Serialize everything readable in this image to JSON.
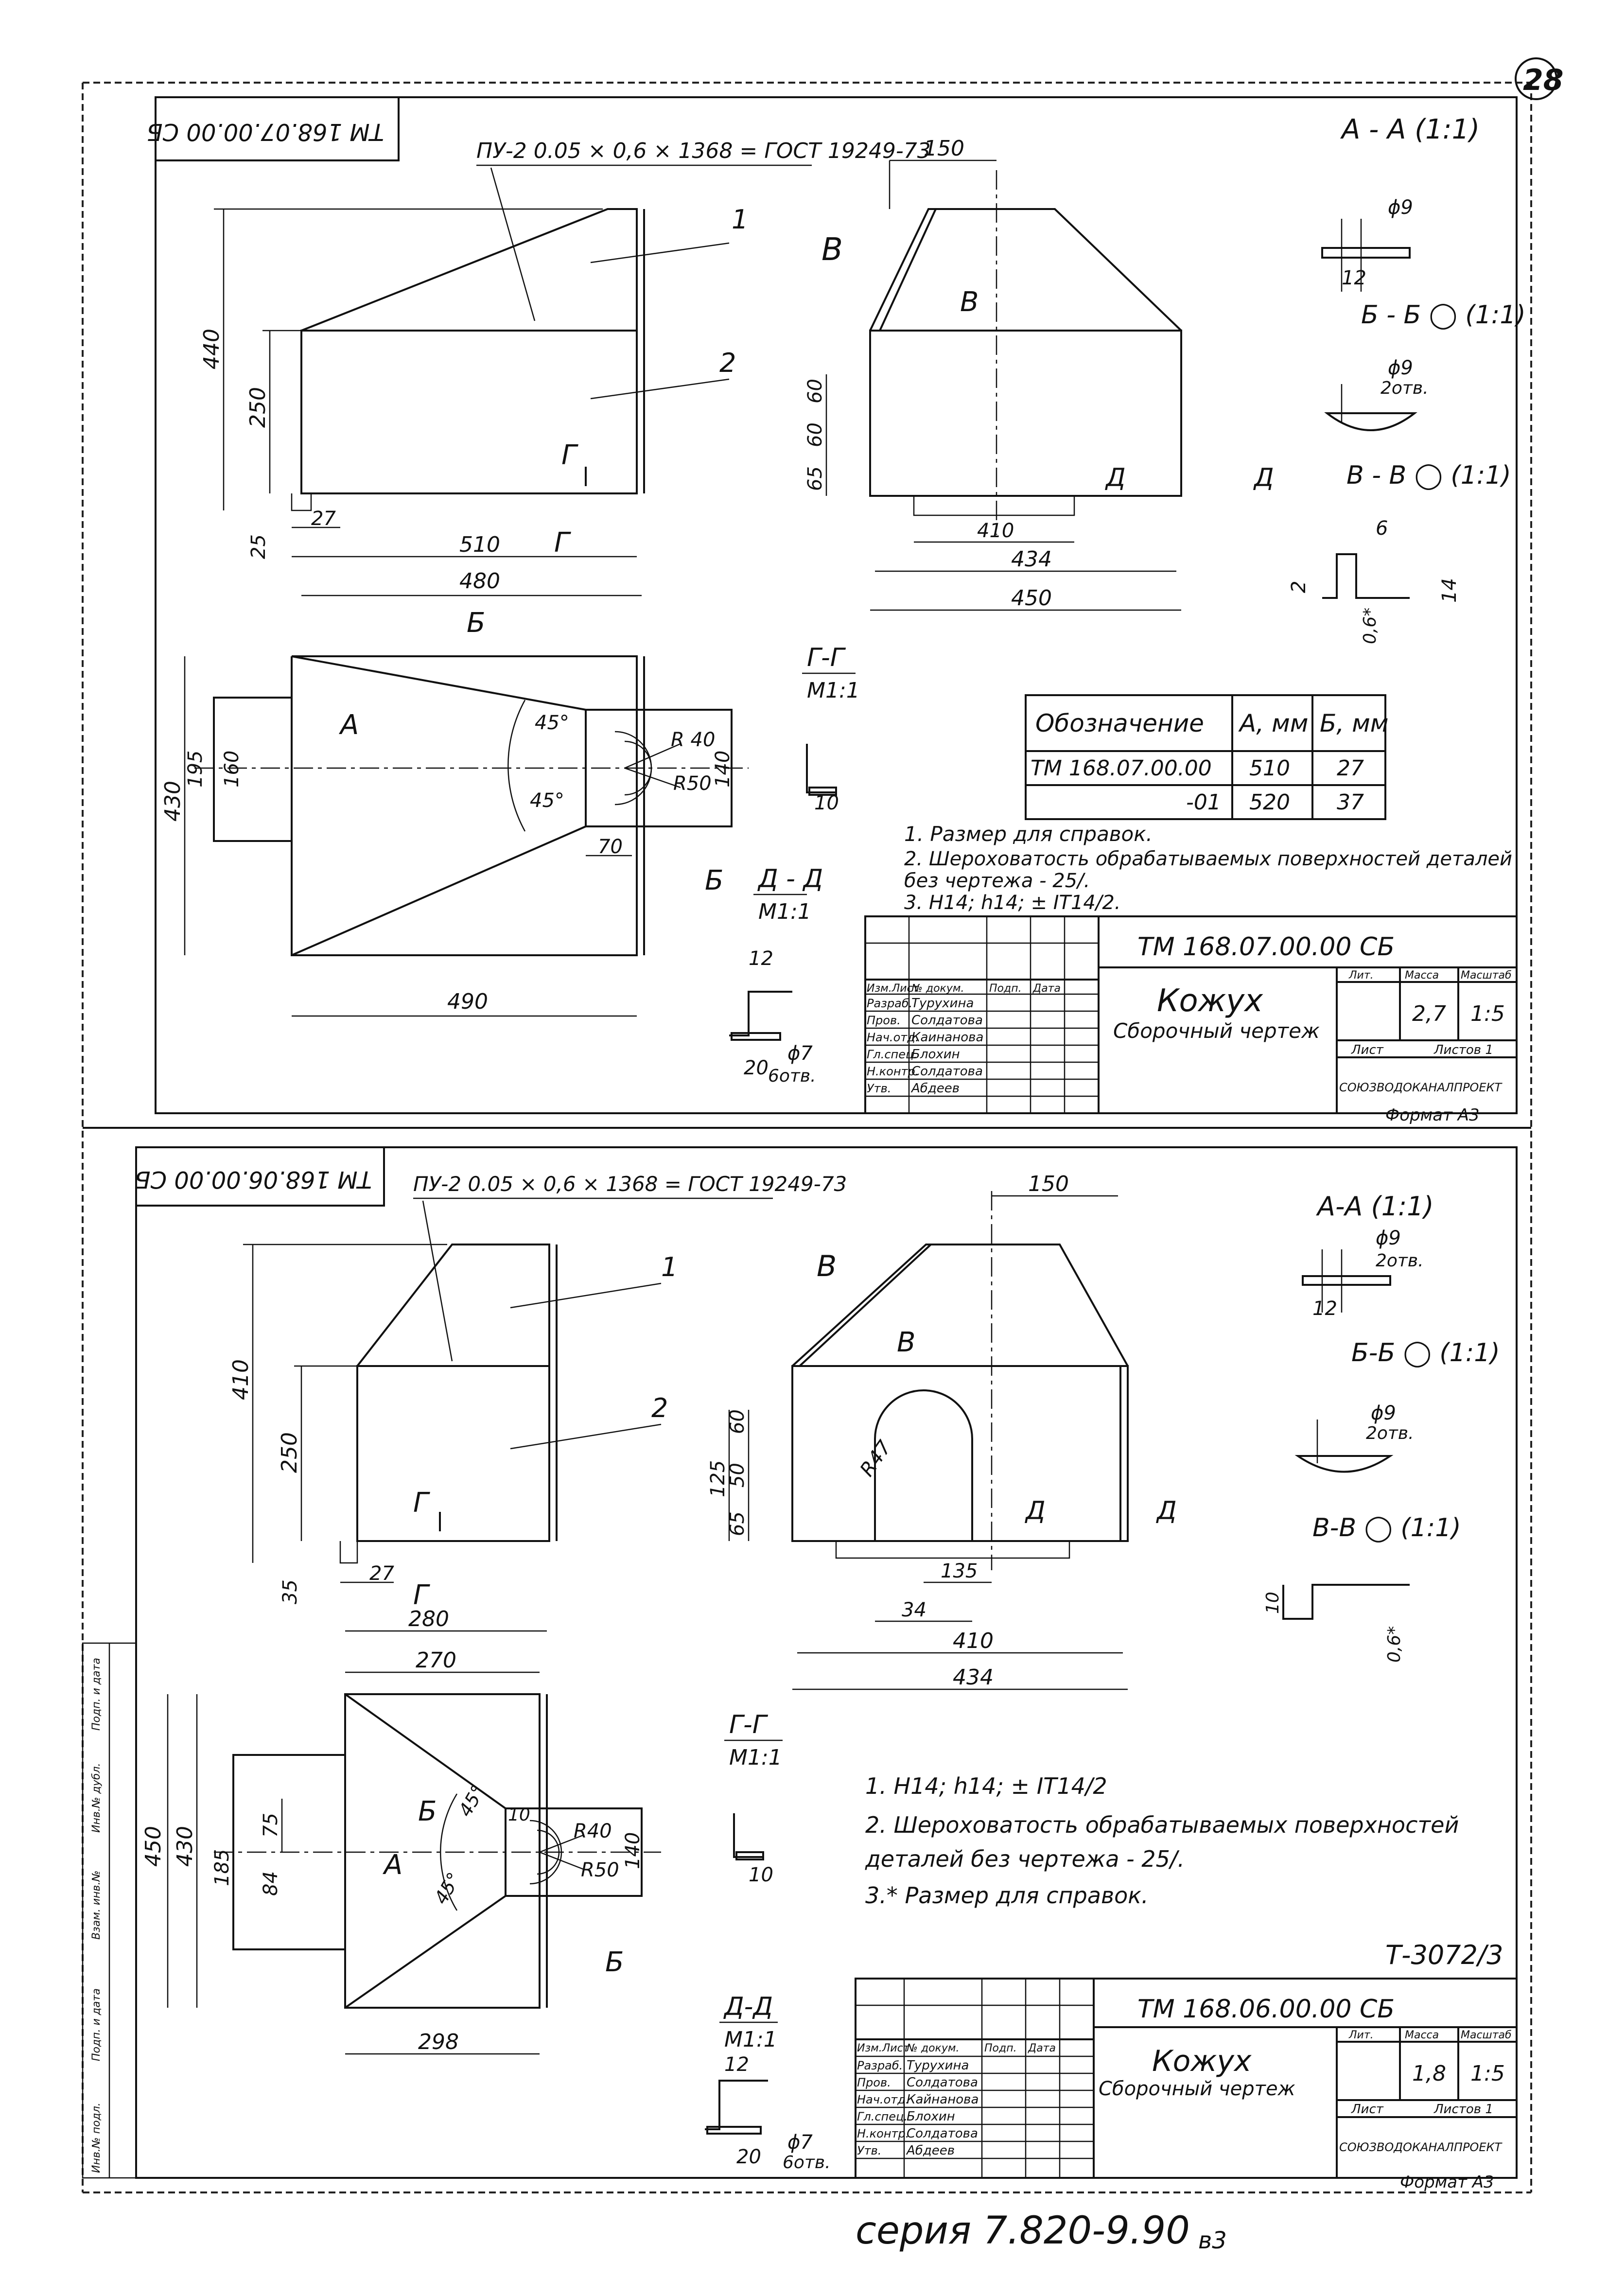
{
  "page_number": "28",
  "sheet1": {
    "stamp_code": "ТМ 168.07.00.00 СБ",
    "material_note": "ПУ-2 0.05 × 0,6 × 1368 = ГОСТ 19249-73",
    "section_aa": "А - А (1:1)",
    "section_bb": "Б - Б ◯ (1:1)",
    "section_vv": "В - В ◯ (1:1)",
    "section_gg_title": "Г-Г",
    "section_gg_scale": "М1:1",
    "section_dd_title": "Д - Д",
    "section_dd_scale": "М1:1",
    "position_labels": [
      "1",
      "2"
    ],
    "cut_labels": [
      "В",
      "В",
      "Г",
      "Г",
      "Д",
      "Д",
      "А",
      "Б",
      "Б"
    ],
    "dims": {
      "d440": "440",
      "d250": "250",
      "d25": "25",
      "d27": "27",
      "d510": "510",
      "d480": "480",
      "d430": "430",
      "d195": "195",
      "d160": "160",
      "d490": "490",
      "d140": "140",
      "d70": "70",
      "r40": "R 40",
      "r50": "R50",
      "a45a": "45°",
      "a45b": "45°",
      "d150": "150",
      "d60a": "60",
      "d60b": "60",
      "d65": "65",
      "d410": "410",
      "d434": "434",
      "d450": "450",
      "phi9a": "ϕ9",
      "d12a": "12",
      "phi9b": "ϕ9",
      "holes2": "2отв.",
      "d2": "2",
      "d6": "6",
      "d14": "14",
      "d06": "0,6*",
      "d10": "10",
      "d12b": "12",
      "phi7": "ϕ7",
      "holes6": "6отв.",
      "d20": "20"
    },
    "table": {
      "headers": [
        "Обозначение",
        "А, мм",
        "Б, мм"
      ],
      "rows": [
        [
          "ТМ 168.07.00.00",
          "510",
          "27"
        ],
        [
          "-01",
          "520",
          "37"
        ]
      ]
    },
    "notes": [
      "1. Размер для справок.",
      "2. Шероховатость обрабатываемых поверхностей деталей",
      "без чертежа - 25/.",
      "3. Н14; h14; ± IT14/2."
    ],
    "title_block": {
      "code": "ТМ 168.07.00.00 СБ",
      "name": "Кожух",
      "subname": "Сборочный чертеж",
      "col_lit": "Лит.",
      "col_mass": "Масса",
      "col_scale": "Масштаб",
      "mass": "2,7",
      "scale": "1:5",
      "sheet": "Лист",
      "sheets": "Листов 1",
      "org": "СОЮЗВОДОКАНАЛПРОЕКТ",
      "row_labels": [
        "Изм.Лист",
        "Разраб.",
        "Пров.",
        "Нач.отд.",
        "Гл.спец.",
        "Н.контр.",
        "Утв."
      ],
      "head_labels": [
        "№ докум.",
        "Подп.",
        "Дата"
      ],
      "names": [
        "Турухина",
        "Солдатова",
        "Каинанова",
        "Блохин",
        "Солдатова",
        "Абдеев"
      ]
    },
    "format": "Формат А3"
  },
  "sheet2": {
    "stamp_code": "ТМ 168.06.00.00 СБ",
    "material_note": "ПУ-2 0.05 × 0,6 × 1368 = ГОСТ 19249-73",
    "section_aa": "А-А (1:1)",
    "section_bb": "Б-Б ◯ (1:1)",
    "section_vv": "В-В ◯ (1:1)",
    "section_gg_title": "Г-Г",
    "section_gg_scale": "М1:1",
    "section_dd_title": "Д-Д",
    "section_dd_scale": "М1:1",
    "position_labels": [
      "1",
      "2"
    ],
    "cut_labels": [
      "В",
      "В",
      "Г",
      "Г",
      "Д",
      "Д",
      "А",
      "Б",
      "Б"
    ],
    "dims": {
      "d410v": "410",
      "d250": "250",
      "d35": "35",
      "d27": "27",
      "d280": "280",
      "d270": "270",
      "d450": "450",
      "d430": "430",
      "d185": "185",
      "d75": "75",
      "d84": "84",
      "d298": "298",
      "d10": "10",
      "r40": "R40",
      "r50": "R50",
      "d140": "140",
      "a45a": "45°",
      "a45b": "45°",
      "d150": "150",
      "d60": "60",
      "d50": "50",
      "d125": "125",
      "d65": "65",
      "r47": "R47",
      "d135": "135",
      "d34": "34",
      "d410": "410",
      "d434": "434",
      "phi9a": "ϕ9",
      "holes2a": "2отв.",
      "d12a": "12",
      "phi9b": "ϕ9",
      "holes2b": "2отв.",
      "d10b": "10",
      "d06": "0,6*",
      "d10c": "10",
      "d12b": "12",
      "phi7": "ϕ7",
      "holes6": "6отв.",
      "d20": "20"
    },
    "notes": [
      "1. Н14; h14; ± IT14/2",
      "2. Шероховатость обрабатываемых поверхностей",
      "деталей без чертежа - 25/.",
      "3.* Размер для справок."
    ],
    "sheet_ref": "Т-3072/3",
    "title_block": {
      "code": "ТМ 168.06.00.00 СБ",
      "name": "Кожух",
      "subname": "Сборочный чертеж",
      "col_lit": "Лит.",
      "col_mass": "Масса",
      "col_scale": "Масштаб",
      "mass": "1,8",
      "scale": "1:5",
      "sheet": "Лист",
      "sheets": "Листов 1",
      "org": "СОЮЗВОДОКАНАЛПРОЕКТ",
      "row_labels": [
        "Изм.Лист",
        "Разраб.",
        "Пров.",
        "Нач.отд.",
        "Гл.спец.",
        "Н.контр.",
        "Утв."
      ],
      "head_labels": [
        "№ докум.",
        "Подп.",
        "Дата"
      ],
      "names": [
        "Турухина",
        "Солдатова",
        "Кайнанова",
        "Блохин",
        "Солдатова",
        "Абдеев"
      ]
    },
    "format": "Формат А3",
    "side_labels": [
      "Инв.№ подл.",
      "Подп. и дата",
      "Взам. инв.№",
      "Инв.№ дубл.",
      "Подп. и дата"
    ]
  },
  "series": "серия 7.820-9.90",
  "volume": "в3"
}
